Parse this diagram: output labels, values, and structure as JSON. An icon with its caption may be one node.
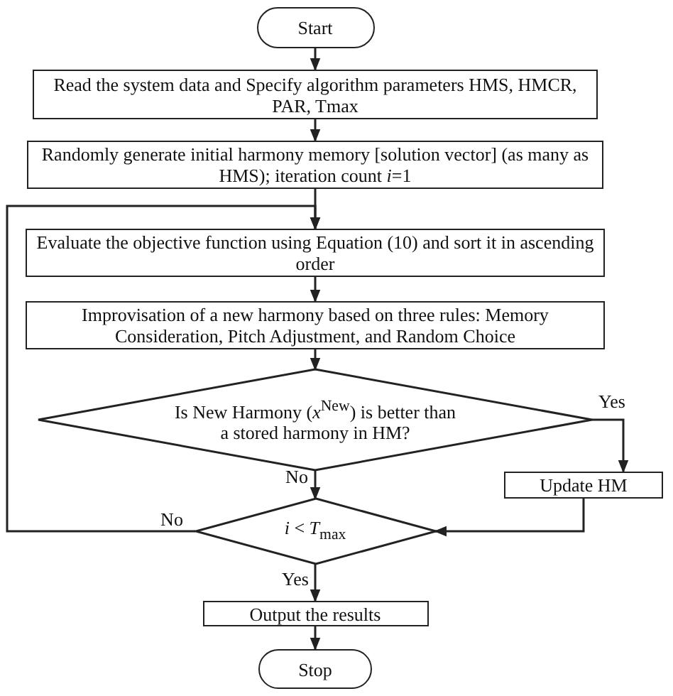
{
  "diagram": {
    "nodes": [
      {
        "text": [
          "Start"
        ]
      },
      {
        "text": [
          "Read the system data and Specify algorithm parameters HMS, HMCR, PAR, Tmax"
        ]
      },
      {
        "text": [
          "Randomly generate initial harmony memory [solution vector] (as many as HMS); iteration count *i*=1"
        ]
      },
      {
        "text": [
          "Evaluate the objective function using Equation (10) and sort it in ascending order"
        ]
      },
      {
        "text": [
          "Improvisation of a new harmony based on three rules: Memory Consideration, Pitch Adjustment, and Random Choice"
        ]
      },
      {
        "text": [
          "Is New Harmony (*x*$^{New}$) is better than a stored harmony in HM?"
        ]
      },
      {
        "text": [
          "Update HM"
        ]
      },
      {
        "text": [
          "*i* < *T*$_{max}$"
        ]
      },
      {
        "text": [
          "Output the results"
        ]
      },
      {
        "text": [
          "Stop"
        ]
      }
    ],
    "edges": [
      {
        "from": 0,
        "to": 1,
        "arrow": "to"
      },
      {
        "from": 1,
        "to": 2,
        "arrow": "to"
      },
      {
        "from": 2,
        "to": 3,
        "arrow": "to"
      },
      {
        "from": 3,
        "to": 4,
        "arrow": "to"
      },
      {
        "from": 4,
        "to": 5,
        "arrow": "to"
      },
      {
        "from": 5,
        "to": 6,
        "arrow": "to",
        "label": "Yes"
      },
      {
        "from": 5,
        "to": 7,
        "arrow": "to",
        "label": "No"
      },
      {
        "from": 6,
        "to": 7,
        "arrow": "to"
      },
      {
        "from": 7,
        "to": 3,
        "arrow": "to",
        "label": "No"
      },
      {
        "from": 7,
        "to": 8,
        "arrow": "to",
        "label": "Yes"
      },
      {
        "from": 8,
        "to": 9,
        "arrow": "to"
      }
    ]
  }
}
